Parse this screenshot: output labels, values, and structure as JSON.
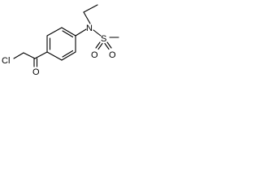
{
  "molecule": {
    "atoms": {
      "chlorine": "Cl",
      "oxygen_ketone": "O",
      "nitrogen": "N",
      "sulfur": "S",
      "oxygen_sulfonyl_1": "O",
      "oxygen_sulfonyl_2": "O"
    },
    "colors": {
      "bond": "#000000",
      "label": "#000000",
      "background": "#ffffff"
    }
  }
}
